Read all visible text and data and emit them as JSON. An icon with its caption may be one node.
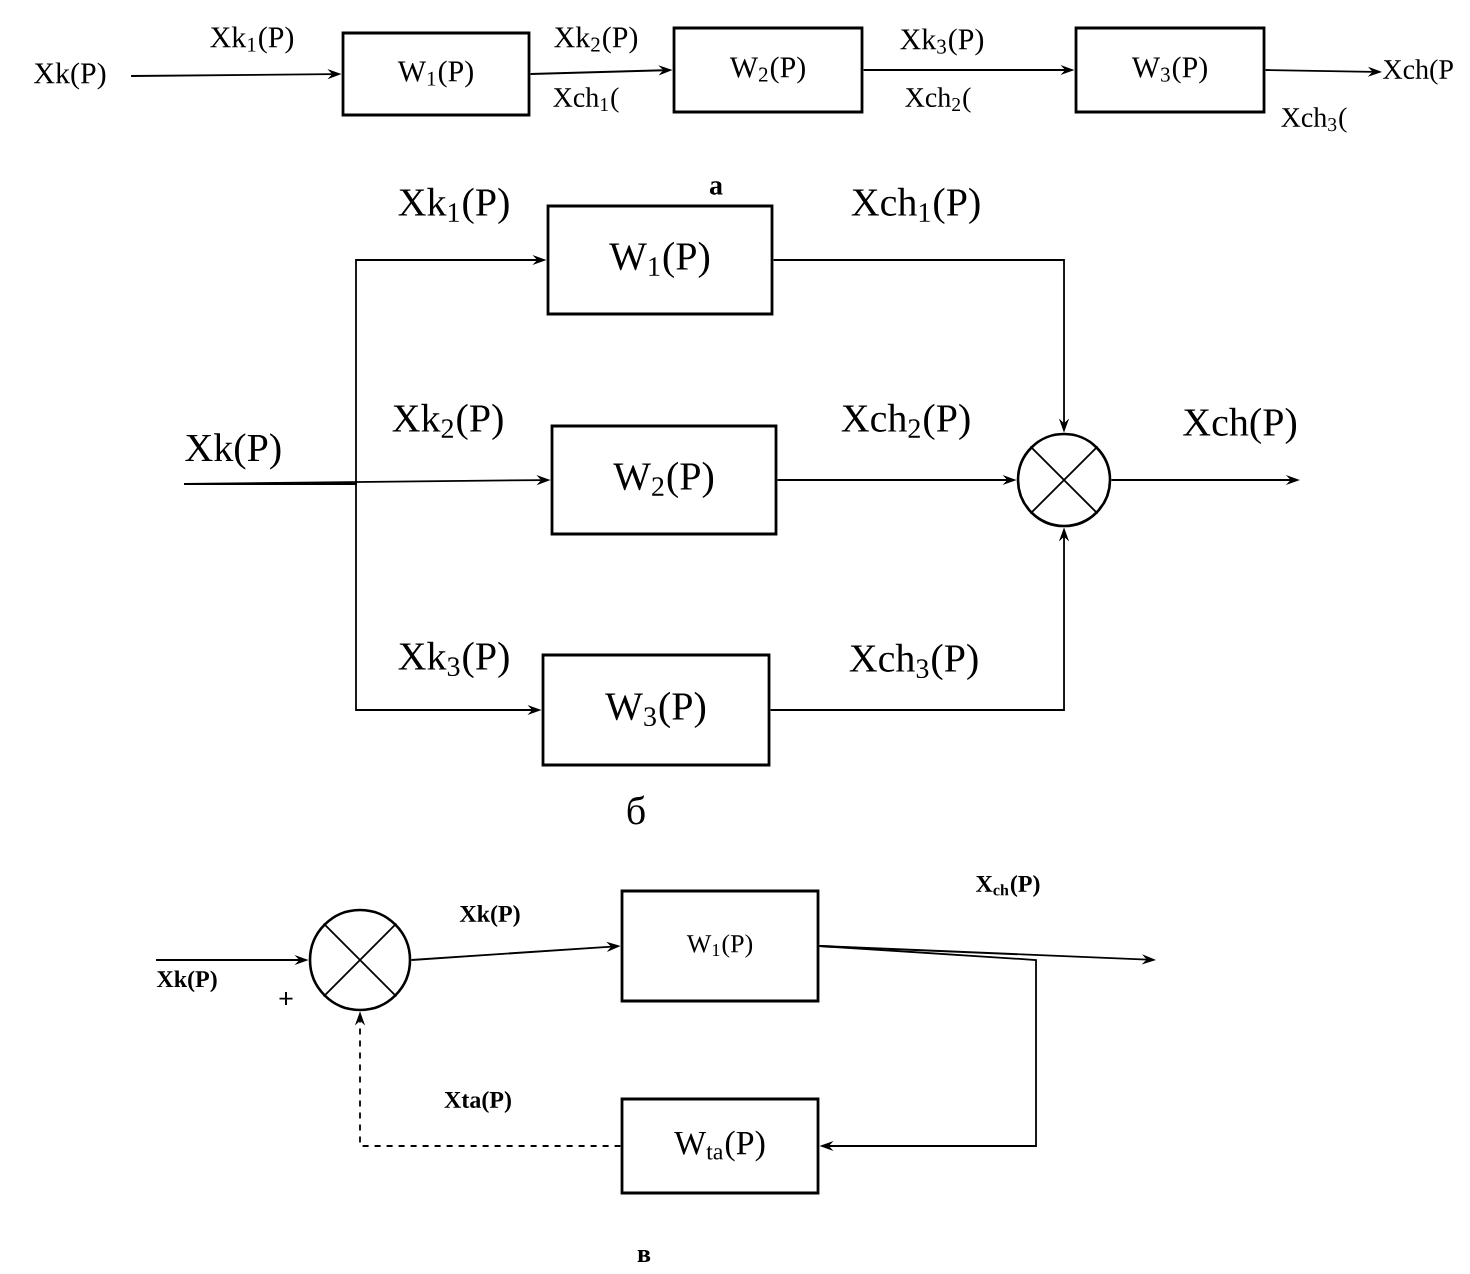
{
  "diagram": {
    "nodes": [
      {
        "text": [
          "Xk(P)"
        ]
      },
      {
        "text": [
          "W$_{1}$(P)"
        ]
      },
      {
        "text": [
          "W$_{2}$(P)"
        ]
      },
      {
        "text": [
          "W$_{3}$(P)"
        ]
      },
      {
        "text": [
          "Xch(P"
        ]
      },
      {
        "text": [
          "Xk(P)"
        ]
      },
      {
        "text": [
          "W$_{1}$(P)"
        ]
      },
      {
        "text": [
          "W$_{2}$(P)"
        ]
      },
      {
        "text": [
          "W$_{3}$(P)"
        ]
      },
      {
        "text": [],
        "shape": "circle"
      },
      {
        "text": [
          "Xk(P)"
        ]
      },
      {
        "text": [],
        "shape": "circle"
      },
      {
        "text": [
          "W$_{1}$(P)"
        ]
      },
      {
        "text": [
          "W$_{ta}$(P)"
        ]
      }
    ],
    "edges": [
      {
        "from": 0,
        "to": 1,
        "arrow": "to",
        "label": "Xk$_{1}$(P)"
      },
      {
        "from": 1,
        "to": 2,
        "arrow": "to",
        "label": "Xk$_{2}$(P)"
      },
      {
        "from": 2,
        "to": 3,
        "arrow": "to",
        "label": "Xk$_{3}$(P)"
      },
      {
        "from": 3,
        "to": 4,
        "arrow": "to",
        "label": "Xch$_{3}$("
      },
      {
        "from": 5,
        "to": 6,
        "arrow": "to",
        "label": "Xk$_{1}$(P)"
      },
      {
        "from": 5,
        "to": 7,
        "arrow": "to",
        "label": "Xk$_{2}$(P)"
      },
      {
        "from": 5,
        "to": 8,
        "arrow": "to",
        "label": "Xk$_{3}$(P)"
      },
      {
        "from": 6,
        "to": 9,
        "arrow": "to",
        "label": "Xch$_{1}$(P)"
      },
      {
        "from": 7,
        "to": 9,
        "arrow": "to",
        "label": "Xch$_{2}$(P)"
      },
      {
        "from": 8,
        "to": 9,
        "arrow": "to",
        "label": "Xch$_{3}$(P)"
      },
      {
        "from": 9,
        "to": null,
        "arrow": "to",
        "label": "Xch(P)"
      },
      {
        "from": 10,
        "to": 11,
        "arrow": "to"
      },
      {
        "from": 11,
        "to": 12,
        "arrow": "to",
        "label": "Xk(P)"
      },
      {
        "from": 12,
        "to": null,
        "arrow": "to",
        "label": "X$_{ch}$(P)"
      },
      {
        "from": 12,
        "to": 13,
        "arrow": "to"
      },
      {
        "from": 13,
        "to": 11,
        "arrow": "to",
        "label": "Xta(P)",
        "style": "dashed"
      }
    ],
    "labels": [
      "Xch$_{1}$(",
      "Xch$_{2}$(",
      "а",
      "б",
      "+",
      "в"
    ]
  }
}
